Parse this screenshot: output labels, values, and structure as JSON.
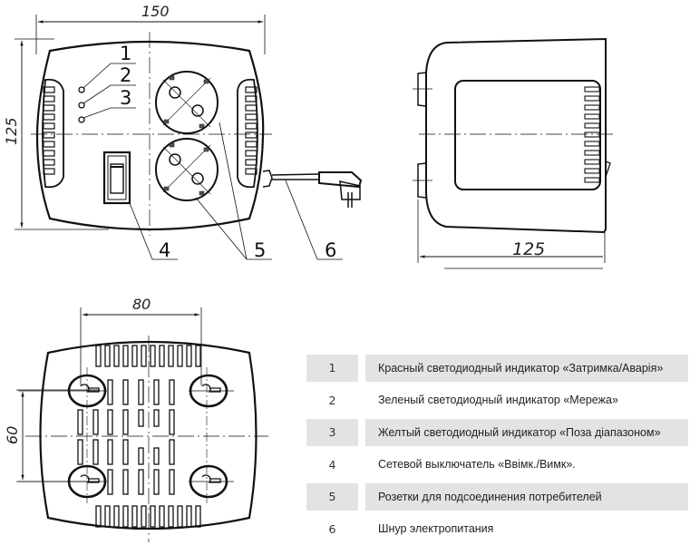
{
  "drawing": {
    "front_view": {
      "width_dimension": "150",
      "height_dimension": "125",
      "callouts": [
        "1",
        "2",
        "3",
        "4",
        "5",
        "6"
      ]
    },
    "side_view": {
      "depth_dimension": "125"
    },
    "bottom_view": {
      "mount_horizontal_spacing": "80",
      "mount_vertical_spacing": "60"
    }
  },
  "legend": {
    "rows": [
      {
        "num": "1",
        "text": "Красный светодиодный индикатор «Затримка/Аварія»",
        "shaded": true
      },
      {
        "num": "2",
        "text": "Зеленый светодиодный индикатор «Мережа»",
        "shaded": false
      },
      {
        "num": "3",
        "text": "Желтый светодиодный индикатор «Поза діапазоном»",
        "shaded": true
      },
      {
        "num": "4",
        "text": "Сетевой выключатель «Ввімк./Вимк».",
        "shaded": false
      },
      {
        "num": "5",
        "text": "Розетки для подсоединения потребителей",
        "shaded": true
      },
      {
        "num": "6",
        "text": "Шнур электропитания",
        "shaded": false
      }
    ]
  },
  "colors": {
    "line": "#111111",
    "row_shade": "#e3e3e5"
  }
}
